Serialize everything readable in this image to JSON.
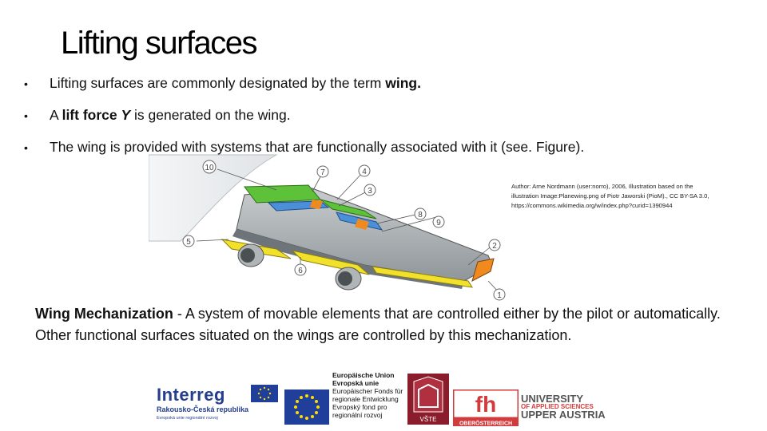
{
  "slide": {
    "title": "Lifting surfaces",
    "bullets": [
      {
        "pre": "Lifting surfaces are commonly designated by the term ",
        "bold": "wing.",
        "post": ""
      },
      {
        "pre": "A ",
        "bold": "lift force ",
        "bold_italic": "Y",
        "post": " is generated on the wing."
      },
      {
        "pre": "The wing is provided with systems that are functionally associated with it (see. Figure).",
        "bold": "",
        "post": ""
      }
    ],
    "bullet_glyph": "•",
    "figure_callouts": [
      "1",
      "2",
      "3",
      "4",
      "5",
      "6",
      "7",
      "8",
      "9",
      "10"
    ],
    "credit": "Author: Arne Nordmann (user:norro), 2006, Illustration based on the illustration Image:Planewing.png of Piotr Jaworski (PioM)., CC BY-SA 3.0, https://commons.wikimedia.org/w/index.php?curid=1390944",
    "mechanization": {
      "term": "Wing Mechanization",
      "text": " - A system of movable elements that are controlled either by the pilot or automatically. Other functional surfaces situated on the wings are controlled by this mechanization."
    }
  },
  "logos": {
    "interreg": {
      "name": "Interreg",
      "sub1": "Rakousko-Česká republika",
      "small": "Evropská unie regionální rozvoj"
    },
    "eu": {
      "lines": [
        "Europäische Union",
        "Evropská unie",
        "Europäischer Fonds für",
        "regionale Entwicklung",
        "Evropský fond pro",
        "regionální rozvoj"
      ]
    },
    "vste": {
      "label": "VŠTE"
    },
    "fh": {
      "mark": "fh",
      "sub": "OBERÖSTERREICH"
    },
    "university": {
      "line1": "UNIVERSITY",
      "line2": "OF APPLIED SCIENCES",
      "line3": "UPPER AUSTRIA"
    }
  },
  "colors": {
    "green": "#5dc13a",
    "yellow": "#f2e12a",
    "blue": "#4a8fd8",
    "orange": "#f08a1f",
    "wing": "#9aa0a4",
    "eu_blue": "#1f3f9a",
    "eu_star": "#ffdd00",
    "interreg_blue": "#243e8c",
    "fh_red": "#d23b3b"
  }
}
